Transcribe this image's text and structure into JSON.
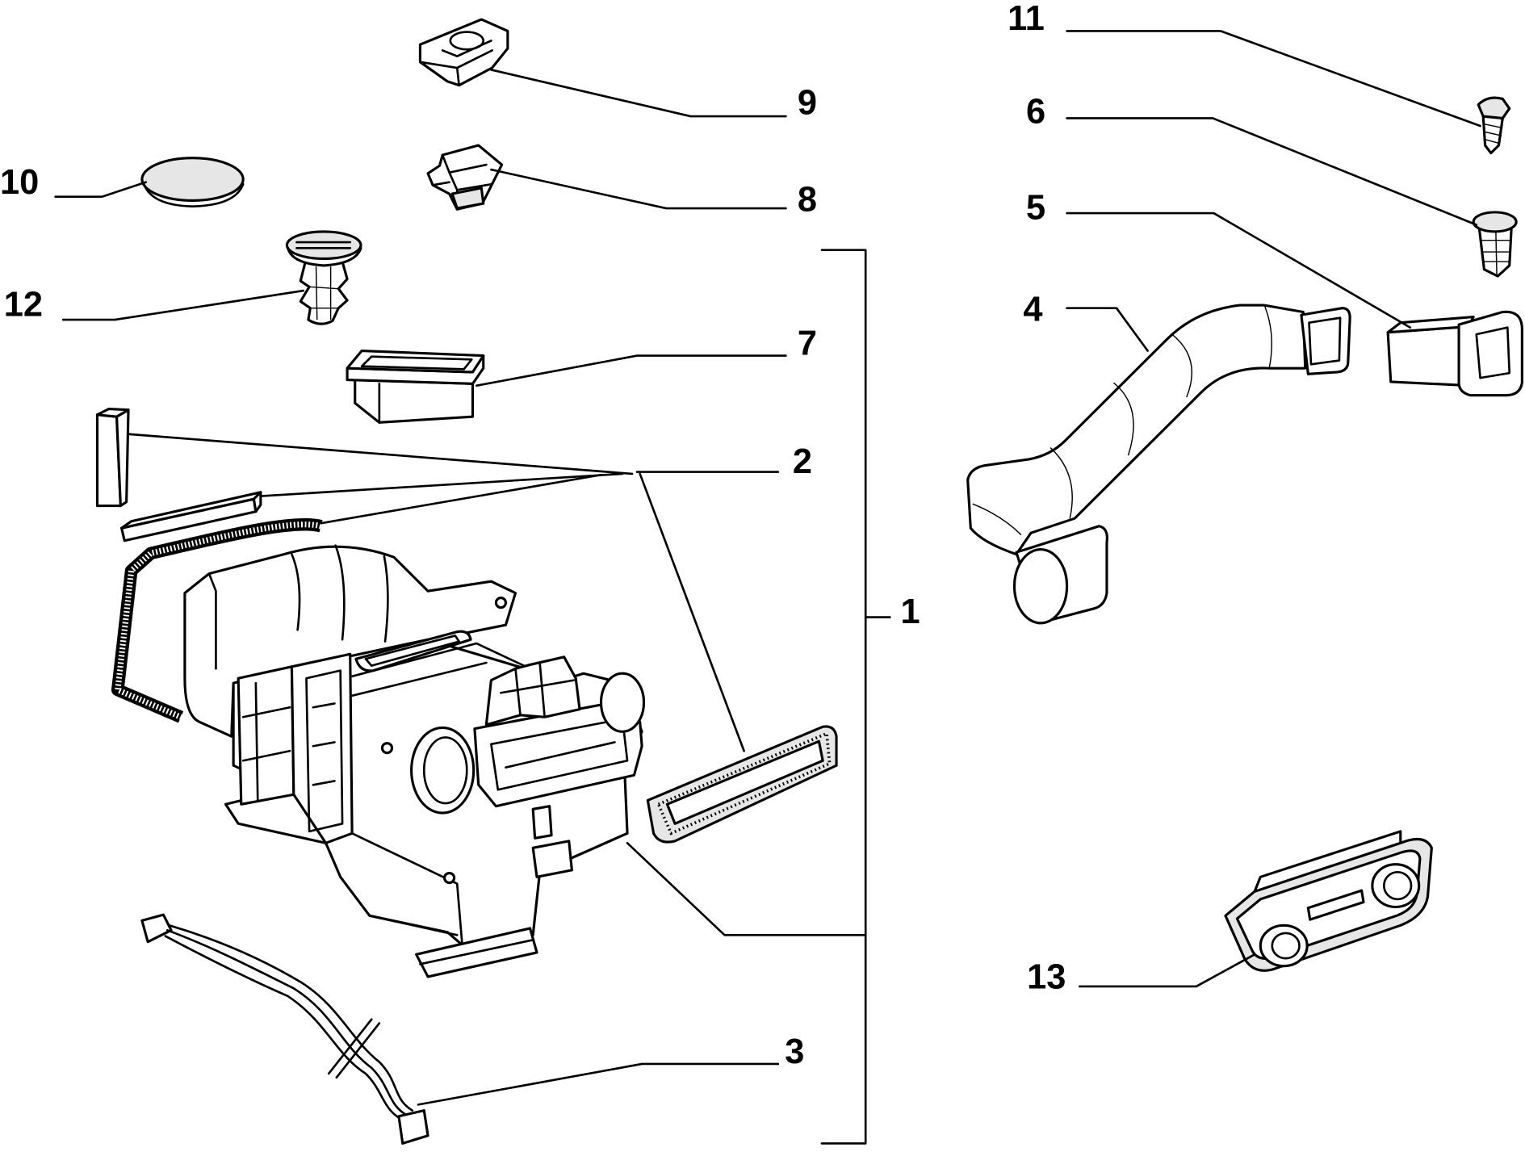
{
  "callouts": {
    "c1": "1",
    "c2": "2",
    "c3": "3",
    "c4": "4",
    "c5": "5",
    "c6": "6",
    "c7": "7",
    "c8": "8",
    "c9": "9",
    "c10": "10",
    "c11": "11",
    "c12": "12",
    "c13": "13"
  },
  "colors": {
    "line": "#000000",
    "background": "#ffffff",
    "part_shade": "#e6e6e6"
  }
}
